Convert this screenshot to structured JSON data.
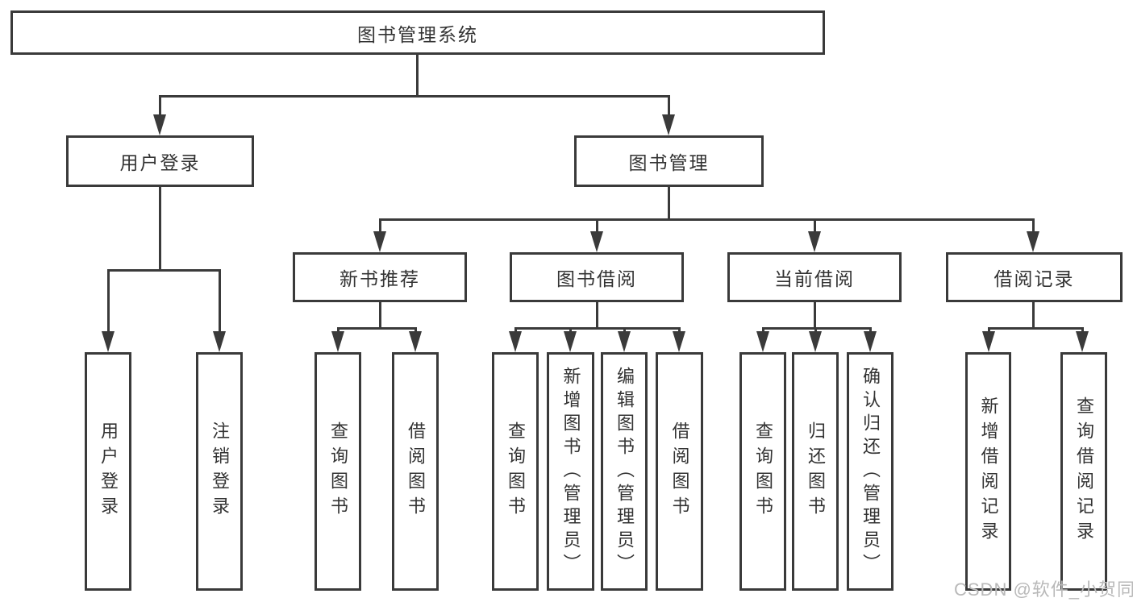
{
  "title": "图书管理系统",
  "level2": {
    "user_login": "用户登录",
    "book_management": "图书管理"
  },
  "level3": {
    "new_book_recommend": "新书推荐",
    "book_borrow": "图书借阅",
    "current_borrow": "当前借阅",
    "borrow_record": "借阅记录"
  },
  "leaves": {
    "user_login": "用户登录",
    "logout": "注销登录",
    "rec_query_book": "查询图书",
    "rec_borrow_book": "借阅图书",
    "bb_query_book": "查询图书",
    "bb_add_book": "新增图书（管理员）",
    "bb_edit_book": "编辑图书（管理员）",
    "bb_borrow_book": "借阅图书",
    "cb_query_book": "查询图书",
    "cb_return_book": "归还图书",
    "cb_confirm_return": "确认归还（管理员）",
    "br_add_record": "新增借阅记录",
    "br_query_record": "查询借阅记录"
  },
  "watermark": "CSDN @软件_小贺同学",
  "colors": {
    "line": "#3a3a3a",
    "text": "#333333",
    "background": "#ffffff",
    "watermark": "#b9b9b9"
  }
}
